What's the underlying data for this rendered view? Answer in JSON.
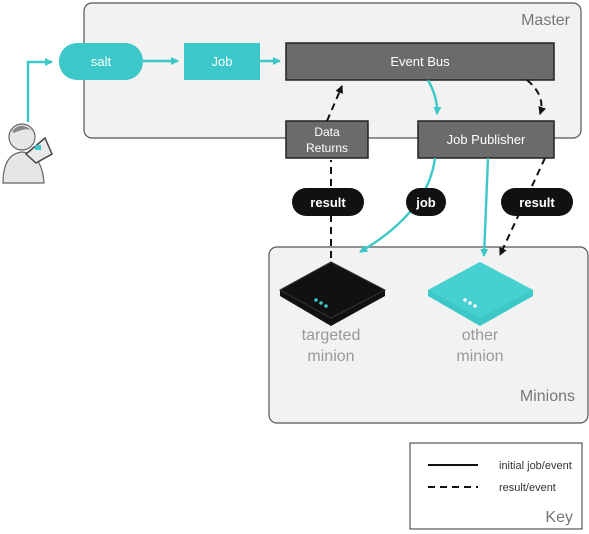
{
  "groups": {
    "master": "Master",
    "minions": "Minions",
    "key": "Key"
  },
  "nodes": {
    "salt": "salt",
    "job": "Job",
    "event_bus": "Event Bus",
    "data_returns_line1": "Data",
    "data_returns_line2": "Returns",
    "job_publisher": "Job Publisher",
    "targeted_line1": "targeted",
    "targeted_line2": "minion",
    "other_line1": "other",
    "other_line2": "minion"
  },
  "pills": {
    "result_left": "result",
    "job": "job",
    "result_right": "result"
  },
  "legend": {
    "solid": "initial job/event",
    "dashed": "result/event"
  },
  "icons": {
    "user": "user-laptop-icon",
    "targeted_server": "server-icon",
    "other_server": "server-icon"
  },
  "colors": {
    "teal": "#3cc8c8",
    "dark_box": "#6b6b6b",
    "panel": "#f2f2f2",
    "black": "#111111"
  }
}
